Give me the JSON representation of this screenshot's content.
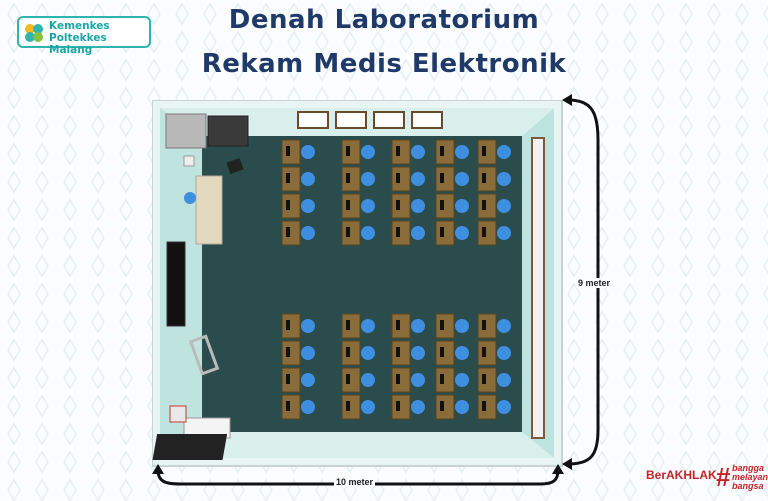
{
  "logo": {
    "line1": "Kemenkes",
    "line2": "Poltekkes Malang"
  },
  "title": {
    "line1": "Denah Laboratorium",
    "line2": "Rekam Medis Elektronik"
  },
  "dimensions": {
    "height_label": "9 meter",
    "width_label": "10 meter"
  },
  "footer_logo": {
    "text": "BerAKHLAK",
    "tagline": [
      "bangga",
      "melayani",
      "bangsa"
    ]
  },
  "colors": {
    "title": "#1f3a68",
    "floor": "#2a4c4c",
    "wall": "#bde3df",
    "desk": "#8a6b3a",
    "chair": "#3f8fe0"
  }
}
